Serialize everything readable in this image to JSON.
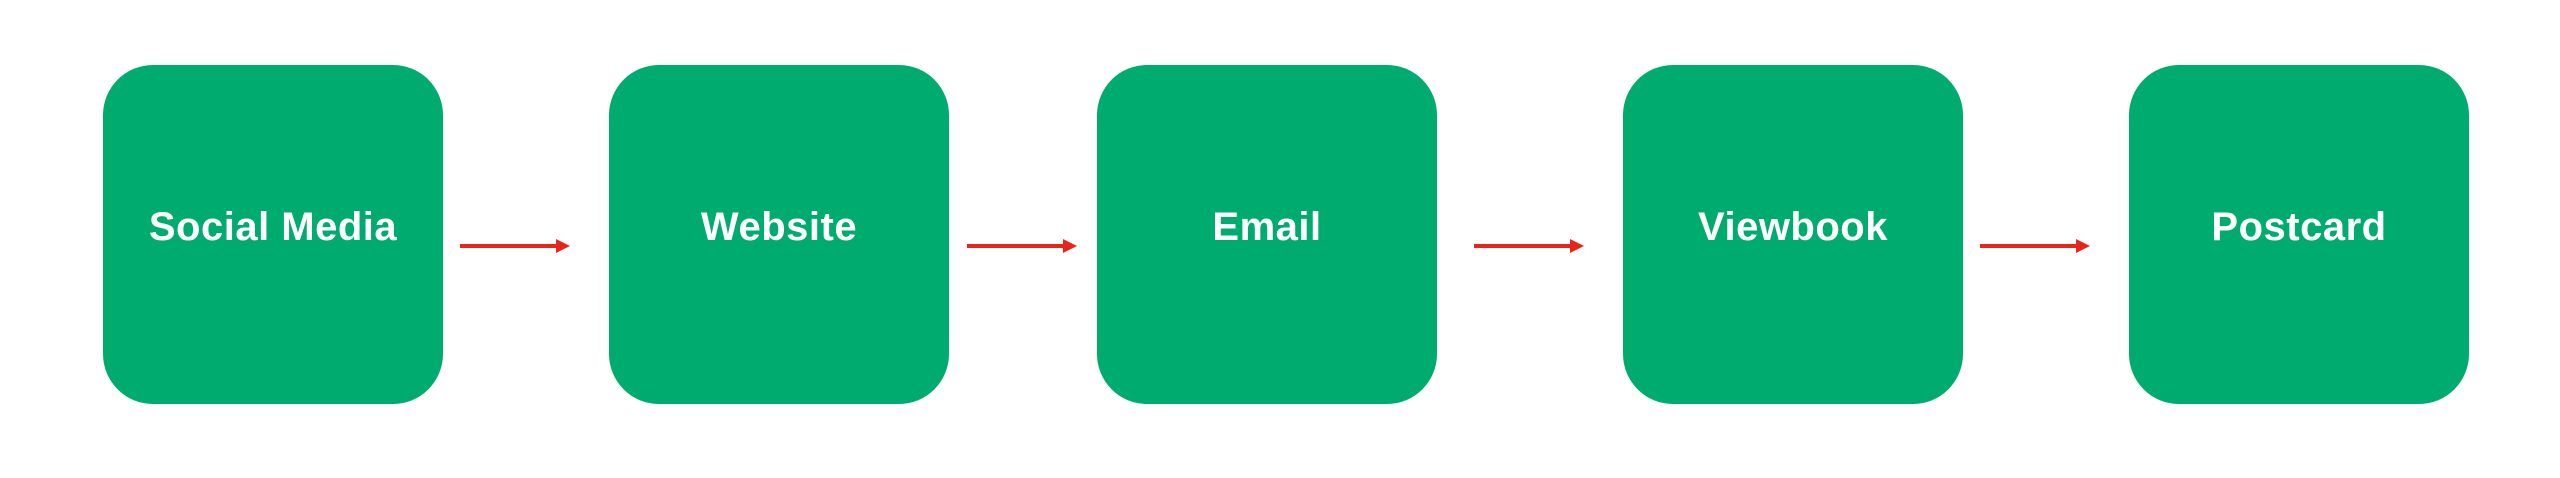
{
  "steps": [
    {
      "label": "Social Media"
    },
    {
      "label": "Website"
    },
    {
      "label": "Email"
    },
    {
      "label": "Viewbook"
    },
    {
      "label": "Postcard"
    }
  ],
  "colors": {
    "box": "#00AB6F",
    "arrow": "#E8251A",
    "text": "#FFFFFF"
  }
}
